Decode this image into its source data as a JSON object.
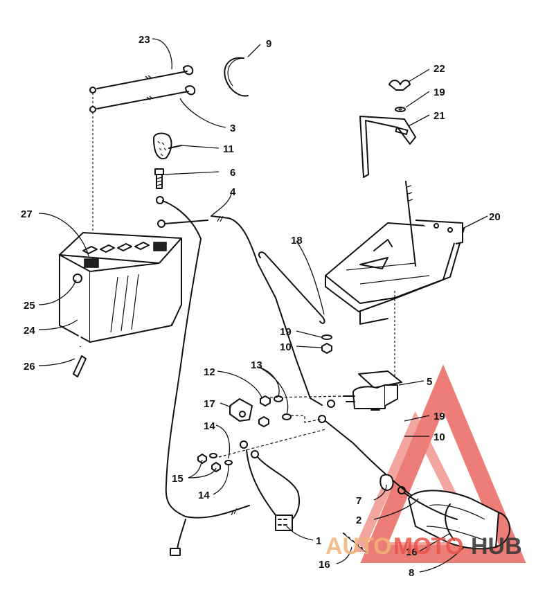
{
  "callouts": [
    {
      "id": "c23",
      "label": "23"
    },
    {
      "id": "c9",
      "label": "9"
    },
    {
      "id": "c22",
      "label": "22"
    },
    {
      "id": "c19a",
      "label": "19"
    },
    {
      "id": "c21",
      "label": "21"
    },
    {
      "id": "c3",
      "label": "3"
    },
    {
      "id": "c11",
      "label": "11"
    },
    {
      "id": "c6",
      "label": "6"
    },
    {
      "id": "c4",
      "label": "4"
    },
    {
      "id": "c20",
      "label": "20"
    },
    {
      "id": "c27",
      "label": "27"
    },
    {
      "id": "c18",
      "label": "18"
    },
    {
      "id": "c25",
      "label": "25"
    },
    {
      "id": "c24",
      "label": "24"
    },
    {
      "id": "c19b",
      "label": "19"
    },
    {
      "id": "c10a",
      "label": "10"
    },
    {
      "id": "c26",
      "label": "26"
    },
    {
      "id": "c12",
      "label": "12"
    },
    {
      "id": "c13",
      "label": "13"
    },
    {
      "id": "c5",
      "label": "5"
    },
    {
      "id": "c17",
      "label": "17"
    },
    {
      "id": "c14a",
      "label": "14"
    },
    {
      "id": "c19c",
      "label": "19"
    },
    {
      "id": "c10b",
      "label": "10"
    },
    {
      "id": "c15",
      "label": "15"
    },
    {
      "id": "c14b",
      "label": "14"
    },
    {
      "id": "c7",
      "label": "7"
    },
    {
      "id": "c2",
      "label": "2"
    },
    {
      "id": "c1",
      "label": "1"
    },
    {
      "id": "c16a",
      "label": "16"
    },
    {
      "id": "c16b",
      "label": "16"
    },
    {
      "id": "c8",
      "label": "8"
    }
  ],
  "watermark": {
    "part1": "AUTO",
    "part2": "MOTO",
    "part3": "HUB",
    "color_primary": "#e8524a",
    "color_secondary": "#f2b27a",
    "color_dark": "#333333"
  }
}
